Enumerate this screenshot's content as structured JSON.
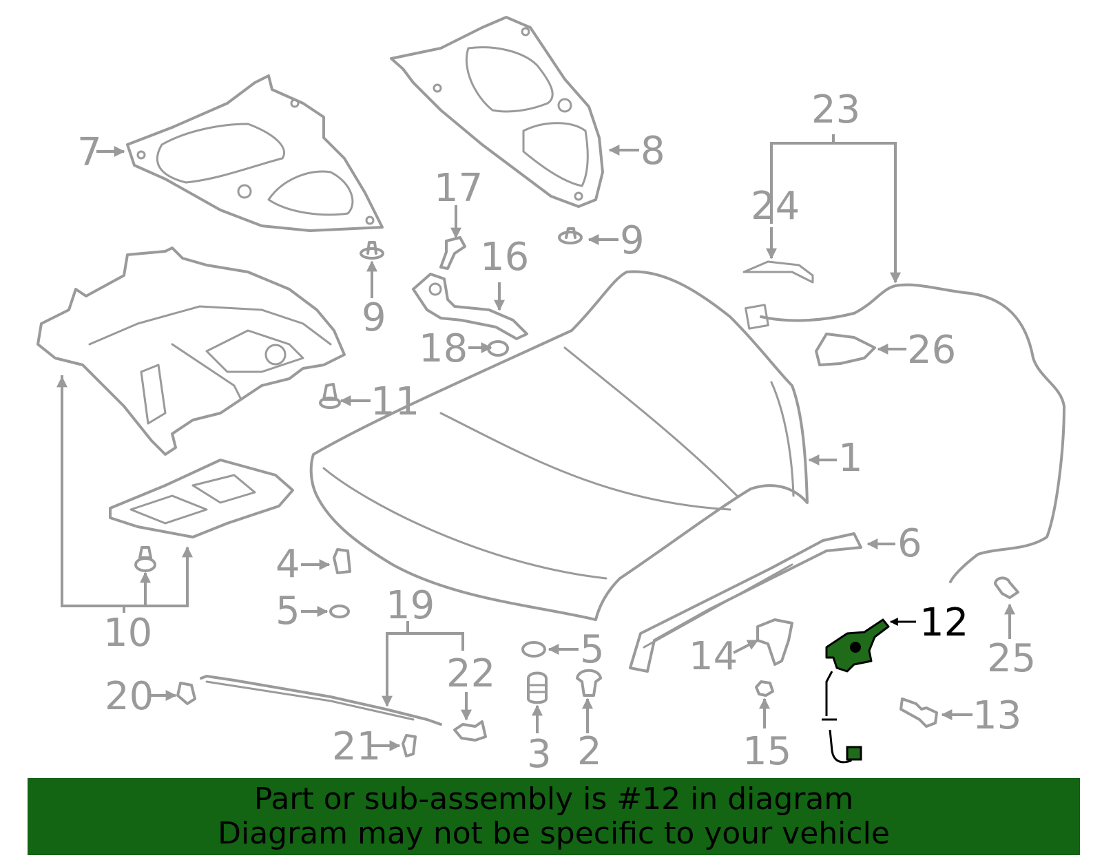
{
  "callouts": {
    "c1": "1",
    "c2": "2",
    "c3": "3",
    "c4": "4",
    "c5a": "5",
    "c5b": "5",
    "c6": "6",
    "c7": "7",
    "c8": "8",
    "c9a": "9",
    "c9b": "9",
    "c10": "10",
    "c11": "11",
    "c12": "12",
    "c13": "13",
    "c14": "14",
    "c15": "15",
    "c16": "16",
    "c17": "17",
    "c18": "18",
    "c19": "19",
    "c20": "20",
    "c21": "21",
    "c22": "22",
    "c23": "23",
    "c24": "24",
    "c25": "25",
    "c26": "26"
  },
  "highlighted_part": "12",
  "colors": {
    "line": "#9a9a9a",
    "highlight_fill": "#1f6b1a",
    "highlight_label": "#000000",
    "banner": "#136413"
  },
  "banner": {
    "line1": "Part or sub-assembly is #12 in diagram",
    "line2": "Diagram may not be specific to your vehicle"
  }
}
